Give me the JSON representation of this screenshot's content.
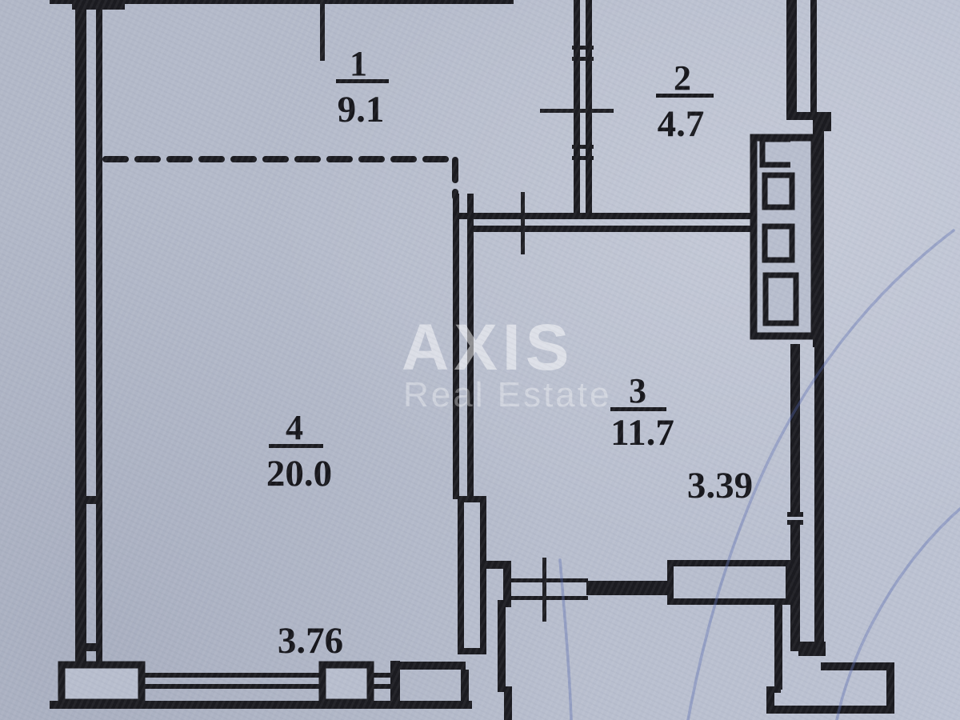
{
  "watermark": {
    "brand": "AXIS",
    "tagline": "Real Estate"
  },
  "rooms": [
    {
      "number": "1",
      "area": "9.1"
    },
    {
      "number": "2",
      "area": "4.7"
    },
    {
      "number": "3",
      "area": "11.7"
    },
    {
      "number": "4",
      "area": "20.0"
    }
  ],
  "dimensions": {
    "room3_width": "3.39",
    "room4_width": "3.76"
  },
  "colors": {
    "paper": "#b6bccc",
    "ink": "#1b1b20",
    "watermark": "#ffffff",
    "pen_annotation": "#5868b0"
  }
}
